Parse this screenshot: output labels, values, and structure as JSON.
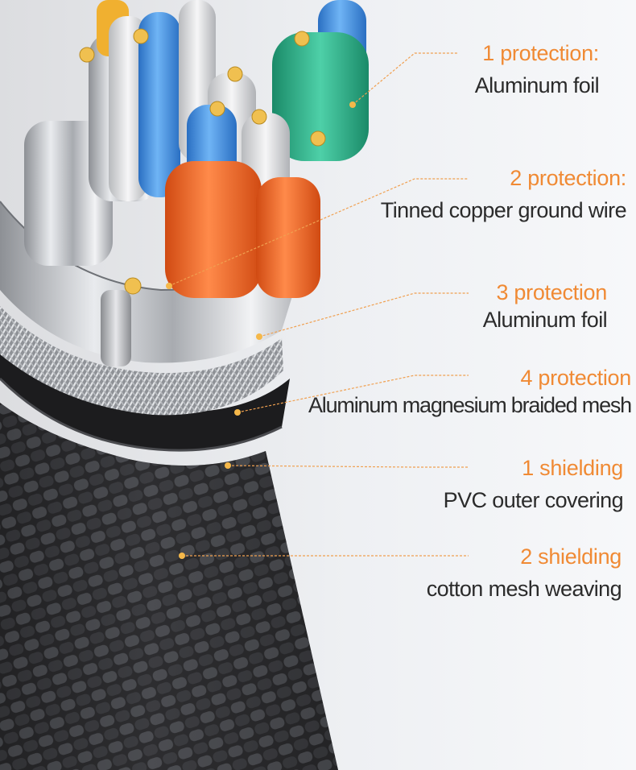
{
  "labels": [
    {
      "heading": "1 protection:",
      "description": "Aluminum foil"
    },
    {
      "heading": "2 protection:",
      "description": "Tinned copper ground wire"
    },
    {
      "heading": "3 protection",
      "description": "Aluminum foil"
    },
    {
      "heading": "4 protection",
      "description": "Aluminum magnesium braided mesh"
    },
    {
      "heading": "1 shielding",
      "description": "PVC outer covering"
    },
    {
      "heading": "2 shielding",
      "description": "cotton mesh weaving"
    }
  ],
  "colors": {
    "heading": "#f08a34",
    "description": "#2b2b2b",
    "leader_line": "#f0a050",
    "jacket": "#2a2a2c",
    "braid": "#b9bcc0",
    "foil": "#c8cbcf",
    "wire_blue": "#3c8fe0",
    "wire_orange": "#f06a28",
    "wire_green": "#2fb08a",
    "wire_white": "#e8e8e8",
    "wire_yellow": "#f0b030"
  }
}
